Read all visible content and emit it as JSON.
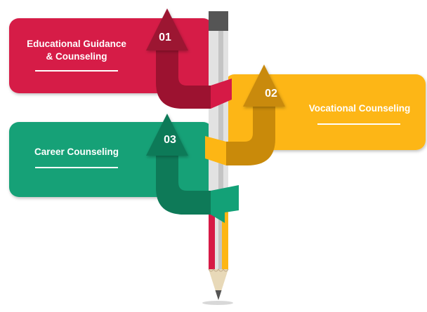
{
  "steps": [
    {
      "number": "01",
      "label": "Educational Guidance & Counseling",
      "color": "#d61a46",
      "dark": "#9c1230"
    },
    {
      "number": "02",
      "label": "Vocational Counseling",
      "color": "#fdb614",
      "dark": "#c98a0a"
    },
    {
      "number": "03",
      "label": "Career Counseling",
      "color": "#13a177",
      "dark": "#0e7a58"
    }
  ],
  "pencil": {
    "body": "#dddddd",
    "tip": "#555555",
    "eraser": "#555555"
  }
}
